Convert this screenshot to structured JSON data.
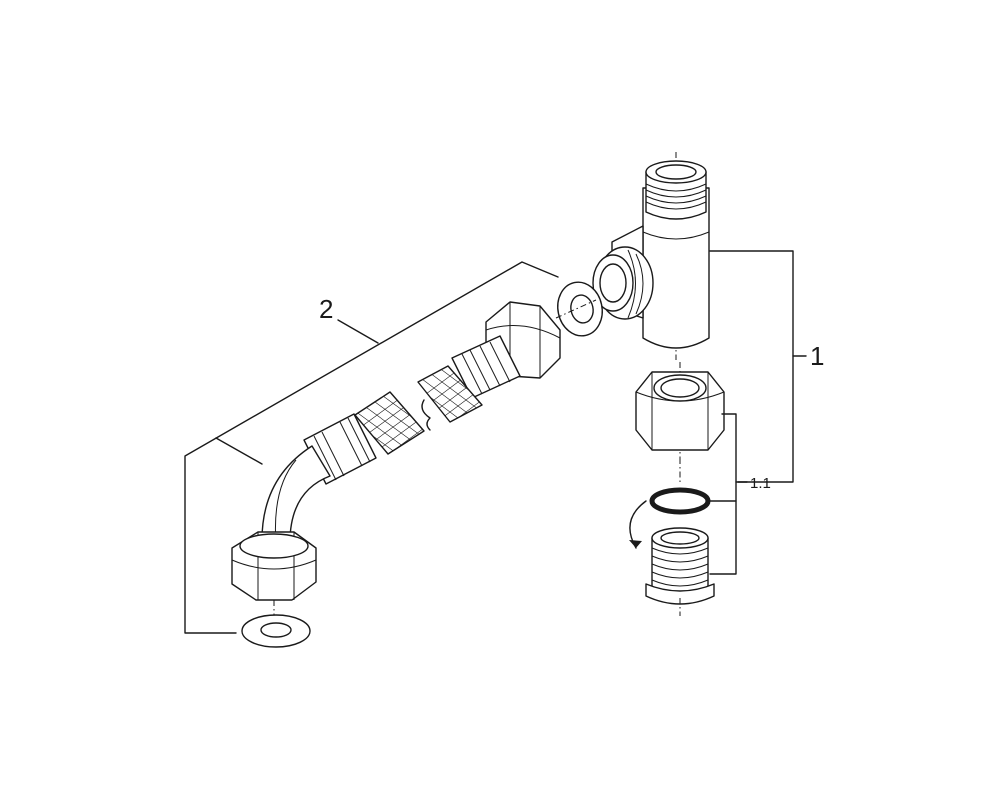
{
  "labels": {
    "part_1": "1",
    "part_1_1": "1.1",
    "part_2": "2"
  },
  "colors": {
    "line": "#1a1a1a",
    "background": "#ffffff"
  }
}
